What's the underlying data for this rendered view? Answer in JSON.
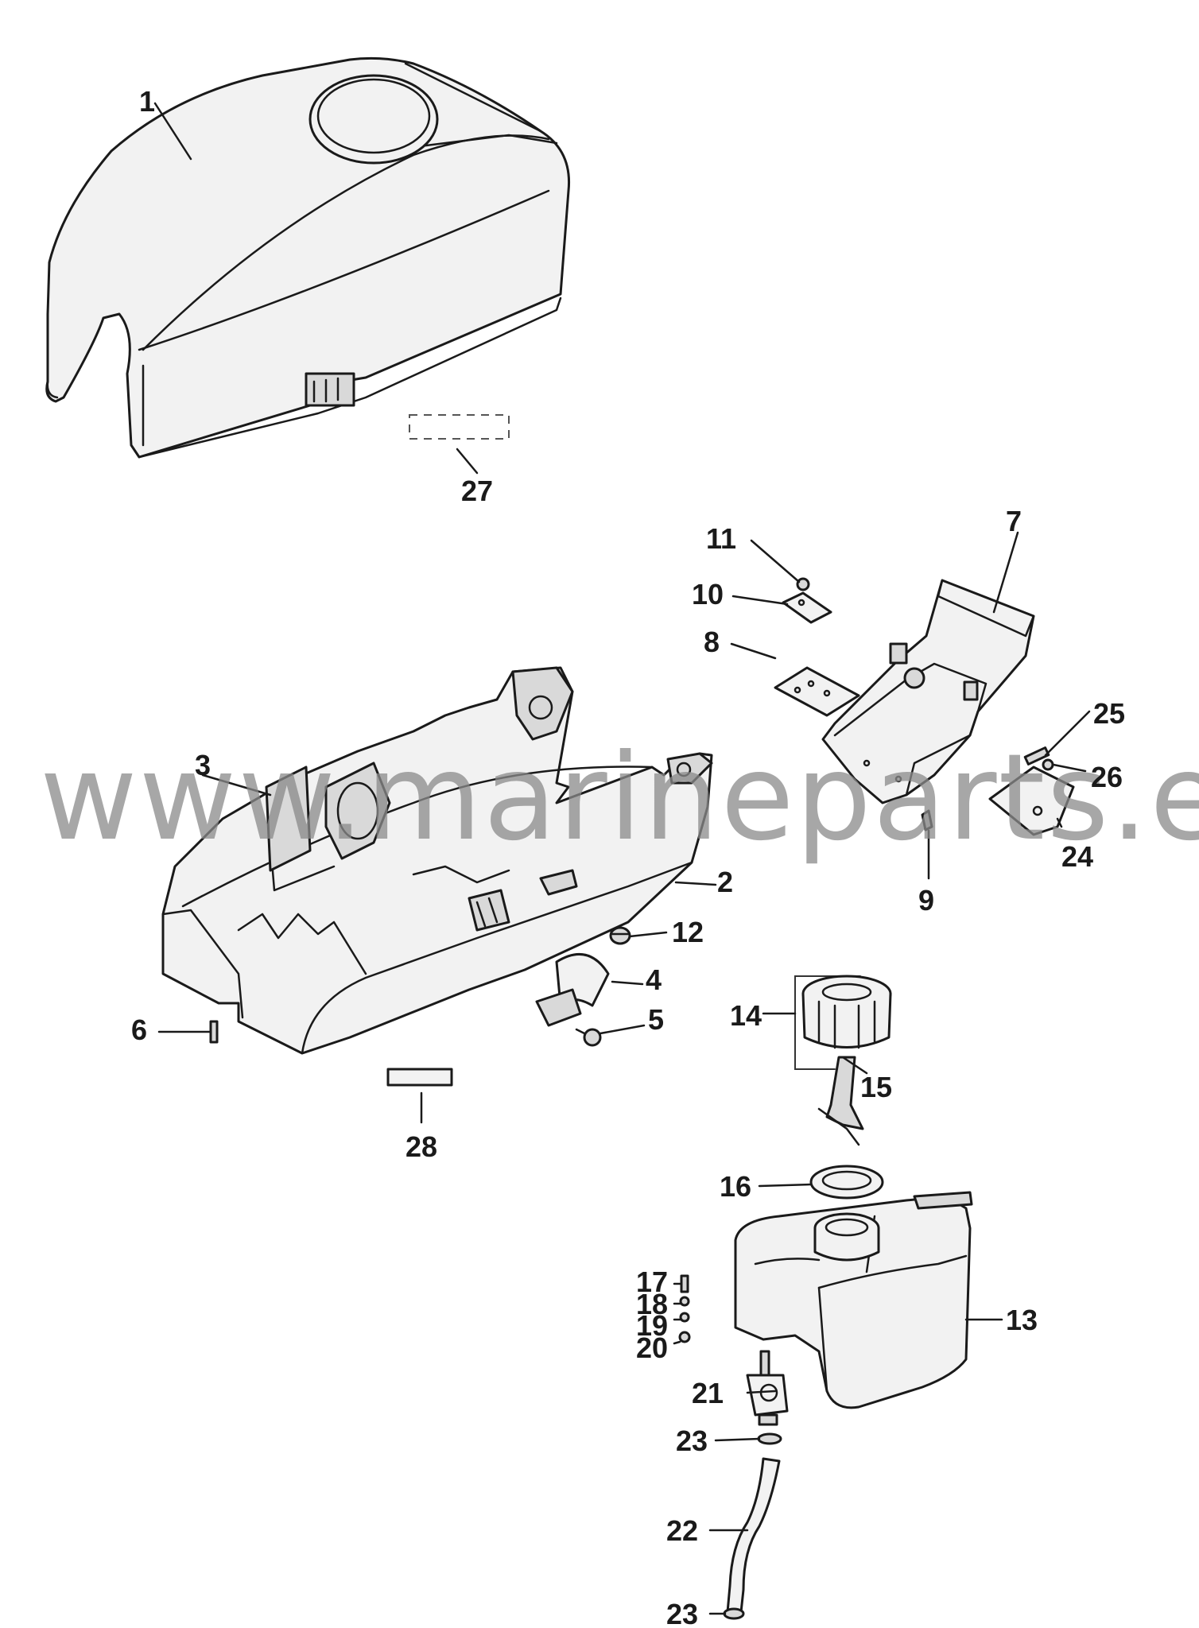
{
  "watermark": "www.marineparts.eu",
  "callouts": {
    "c1": "1",
    "c2": "2",
    "c3": "3",
    "c4": "4",
    "c5": "5",
    "c6": "6",
    "c7": "7",
    "c8": "8",
    "c9": "9",
    "c10": "10",
    "c11": "11",
    "c12": "12",
    "c13": "13",
    "c14": "14",
    "c15": "15",
    "c16": "16",
    "c17": "17",
    "c18": "18",
    "c19": "19",
    "c20": "20",
    "c21": "21",
    "c22": "22",
    "c23a": "23",
    "c23b": "23",
    "c24": "24",
    "c25": "25",
    "c26": "26",
    "c27": "27",
    "c28": "28"
  }
}
